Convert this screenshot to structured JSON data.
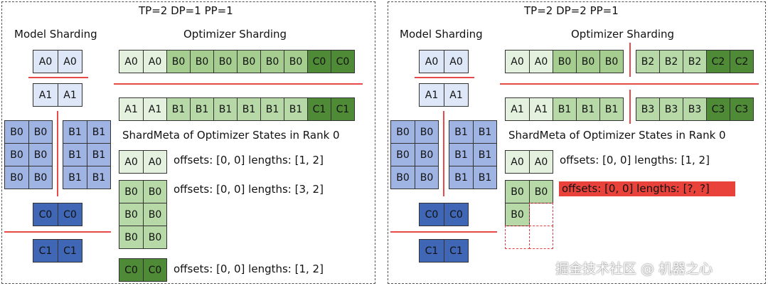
{
  "left": {
    "title": "TP=2 DP=1 PP=1",
    "model_title": "Model Sharding",
    "opt_title": "Optimizer Sharding",
    "shardmeta_title": "ShardMeta of Optimizer States in Rank 0",
    "meta": [
      "offsets: [0, 0] lengths: [1, 2]",
      "offsets: [0, 0] lengths: [3, 2]",
      "offsets: [0, 0] lengths: [1, 2]"
    ]
  },
  "right": {
    "title": "TP=2 DP=2 PP=1",
    "model_title": "Model Sharding",
    "opt_title": "Optimizer Sharding",
    "shardmeta_title": "ShardMeta of Optimizer States in Rank 0",
    "meta": [
      "offsets: [0, 0] lengths: [1, 2]",
      "offsets: [0, 0] lengths: [?, ?]"
    ]
  },
  "labels": {
    "A0": "A0",
    "A1": "A1",
    "B0": "B0",
    "B1": "B1",
    "B2": "B2",
    "B3": "B3",
    "C0": "C0",
    "C1": "C1",
    "C2": "C2",
    "C3": "C3"
  },
  "watermark": "掘金技术社区 @ 机器之心",
  "colors": {
    "model_a": "#dde7f7",
    "model_b": "#9fb4e3",
    "model_c": "#3f67b5",
    "opt_a": "#e5f1df",
    "opt_b": "#b7d9a8",
    "opt_c": "#4f8a37",
    "divider": "#e84a4a",
    "highlight": "#e8423b"
  }
}
